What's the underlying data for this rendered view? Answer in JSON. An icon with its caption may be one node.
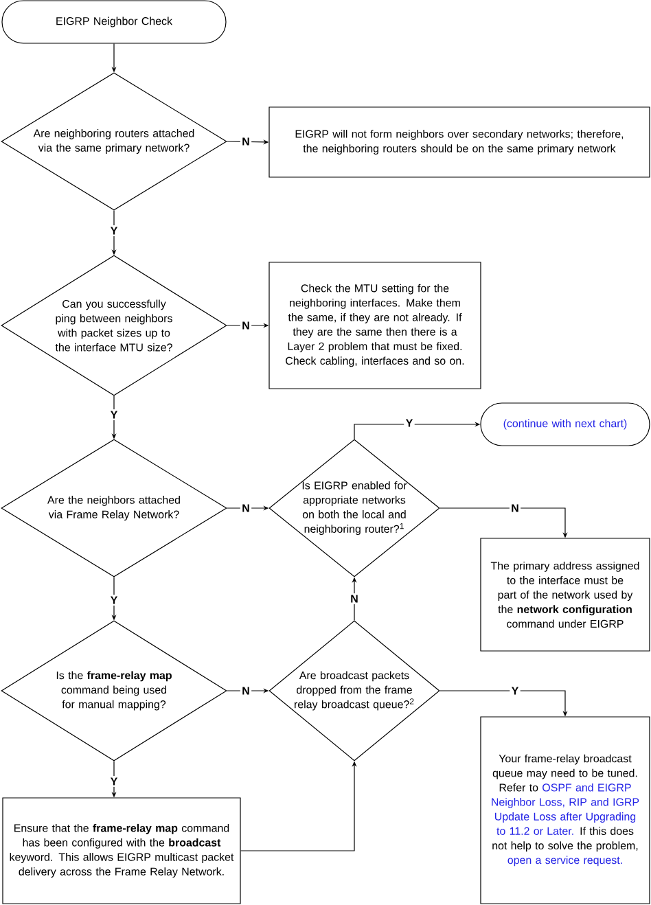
{
  "diagram": {
    "nodes": [
      {
        "text": [
          "EIGRP Neighbor Check"
        ]
      },
      {
        "text": [
          "Are neighboring routers attached via the same primary network?"
        ]
      },
      {
        "text": [
          "EIGRP will not form neighbors over secondary networks; therefore, the neighboring routers should be on the same primary network"
        ]
      },
      {
        "text": [
          "Can you successfully ping between neighbors with packet sizes up to the interface MTU size?"
        ]
      },
      {
        "text": [
          "Check the MTU setting for the neighboring interfaces. Make them the same, if they are not already. If they are the same then there is a Layer 2 problem that must be fixed. Check cabling, interfaces and so on."
        ]
      },
      {
        "text": [
          "Are the neighbors attached via Frame Relay Network?"
        ]
      },
      {
        "text": [
          "Is EIGRP enabled for appropriate networks on both the local and neighboring router?$^{1}$"
        ]
      },
      {
        "text": [
          "(continue with next chart)"
        ]
      },
      {
        "text": [
          "The primary address assigned to the interface must be part of the network used by the **network configuration** command under EIGRP"
        ]
      },
      {
        "text": [
          "Is the **frame-relay map** command being used for manual mapping?"
        ]
      },
      {
        "text": [
          "Are broadcast packets dropped from the frame relay broadcast queue?$^{2}$"
        ]
      },
      {
        "text": [
          "Ensure that the **frame-relay map** command has been configured with the **broadcast** keyword. This allows EIGRP multicast packet delivery across the Frame Relay Network."
        ]
      },
      {
        "text": [
          "Your frame-relay broadcast queue may need to be tuned. Refer to",
          "OSPF and EIGRP Neighbor Loss, RIP and IGRP Update Loss after Upgrading to 11.2 or Later.",
          "If this does not help to solve the problem,",
          "open a service request."
        ]
      }
    ],
    "edges": [
      {
        "from": 0,
        "to": 1,
        "arrow": "to"
      },
      {
        "from": 1,
        "to": 2,
        "arrow": "to",
        "label": "N"
      },
      {
        "from": 1,
        "to": 3,
        "arrow": "to",
        "label": "Y"
      },
      {
        "from": 3,
        "to": 4,
        "arrow": "to",
        "label": "N"
      },
      {
        "from": 3,
        "to": 5,
        "arrow": "to",
        "label": "Y"
      },
      {
        "from": 5,
        "to": 6,
        "arrow": "to",
        "label": "N"
      },
      {
        "from": 6,
        "to": 7,
        "arrow": "to",
        "label": "Y"
      },
      {
        "from": 6,
        "to": 8,
        "arrow": "to",
        "label": "N"
      },
      {
        "from": 5,
        "to": 9,
        "arrow": "to",
        "label": "Y"
      },
      {
        "from": 9,
        "to": 10,
        "arrow": "to",
        "label": "N"
      },
      {
        "from": 9,
        "to": 11,
        "arrow": "to",
        "label": "Y"
      },
      {
        "from": 11,
        "to": 10,
        "arrow": "to"
      },
      {
        "from": 10,
        "to": 6,
        "arrow": "to",
        "label": "N"
      },
      {
        "from": 10,
        "to": 12,
        "arrow": "to",
        "label": "Y"
      }
    ]
  }
}
